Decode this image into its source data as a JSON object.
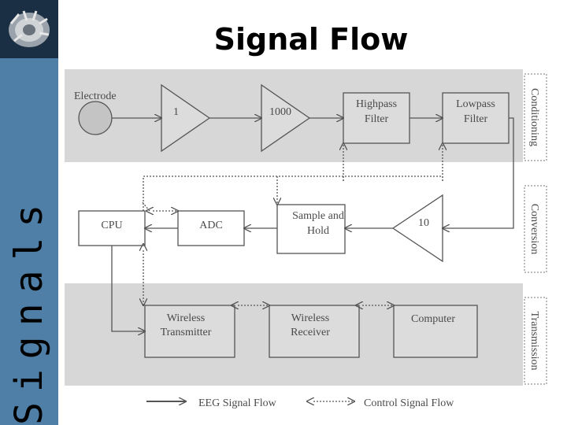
{
  "slide": {
    "title": "Signal Flow",
    "sidebar_text": "Signals"
  },
  "diagram": {
    "sections": [
      "Conditioning",
      "Conversion",
      "Transmission"
    ],
    "blocks": {
      "electrode": "Electrode",
      "amp1": "1",
      "amp2": "1000",
      "highpass": [
        "Highpass",
        "Filter"
      ],
      "lowpass": [
        "Lowpass",
        "Filter"
      ],
      "cpu": "CPU",
      "adc": "ADC",
      "sample_hold": [
        "Sample and",
        "Hold"
      ],
      "amp3": "10",
      "wireless_tx": [
        "Wireless",
        "Transmitter"
      ],
      "wireless_rx": [
        "Wireless",
        "Receiver"
      ],
      "computer": "Computer"
    },
    "legend": {
      "eeg": "EEG Signal Flow",
      "control": "Control Signal Flow"
    }
  },
  "colors": {
    "sidebar": "#4f7fa6",
    "band": "#d7d7d7",
    "box_fill": "#dcdcdc",
    "stroke": "#555555"
  }
}
